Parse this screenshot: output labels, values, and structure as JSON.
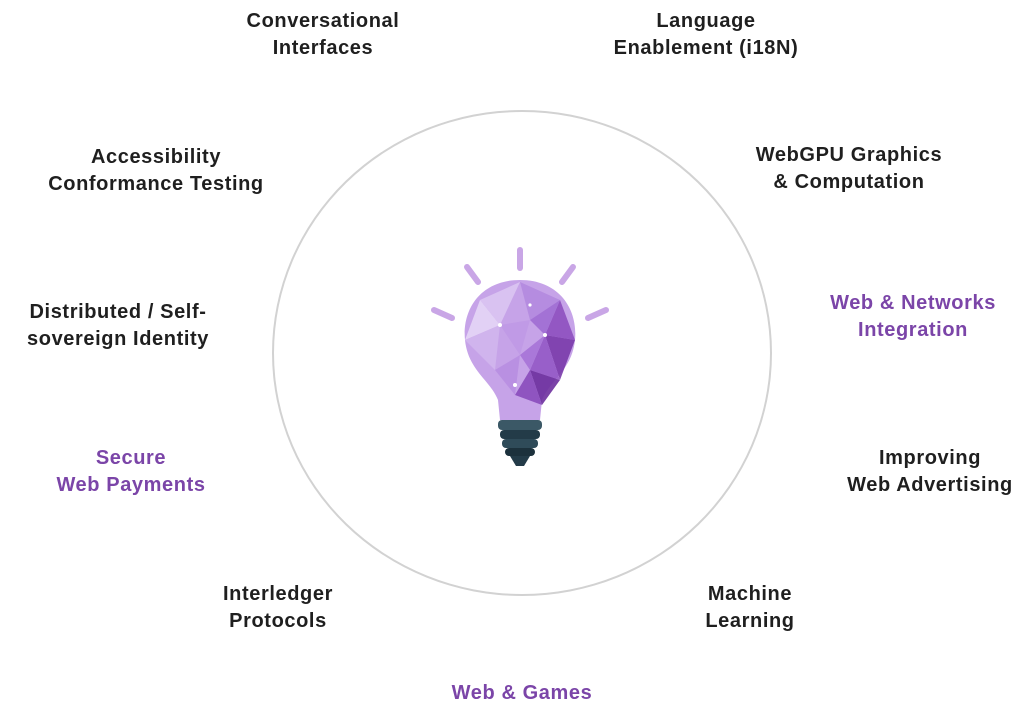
{
  "colors": {
    "text": "#1f1f1f",
    "highlight": "#7b45a8",
    "ring": "#d2d2d2",
    "bulb_purple": "#9b5fc8",
    "bulb_base": "#233b48"
  },
  "center_icon": "lightbulb-icon",
  "topics": {
    "conversational": {
      "lines": [
        "Conversational",
        "Interfaces"
      ],
      "highlight": false
    },
    "language": {
      "lines": [
        "Language",
        "Enablement (i18N)"
      ],
      "highlight": false
    },
    "accessibility": {
      "lines": [
        "Accessibility",
        "Conformance Testing"
      ],
      "highlight": false
    },
    "webgpu": {
      "lines": [
        "WebGPU Graphics",
        "& Computation"
      ],
      "highlight": false
    },
    "identity": {
      "lines": [
        "Distributed / Self-",
        "sovereign Identity"
      ],
      "highlight": false
    },
    "networks": {
      "lines": [
        "Web & Networks",
        "Integration"
      ],
      "highlight": true
    },
    "payments": {
      "lines": [
        "Secure",
        "Web Payments"
      ],
      "highlight": true
    },
    "advertising": {
      "lines": [
        "Improving",
        "Web Advertising"
      ],
      "highlight": false
    },
    "interledger": {
      "lines": [
        "Interledger",
        "Protocols"
      ],
      "highlight": false
    },
    "ml": {
      "lines": [
        "Machine",
        "Learning"
      ],
      "highlight": false
    },
    "games": {
      "lines": [
        "Web & Games"
      ],
      "highlight": true
    }
  }
}
